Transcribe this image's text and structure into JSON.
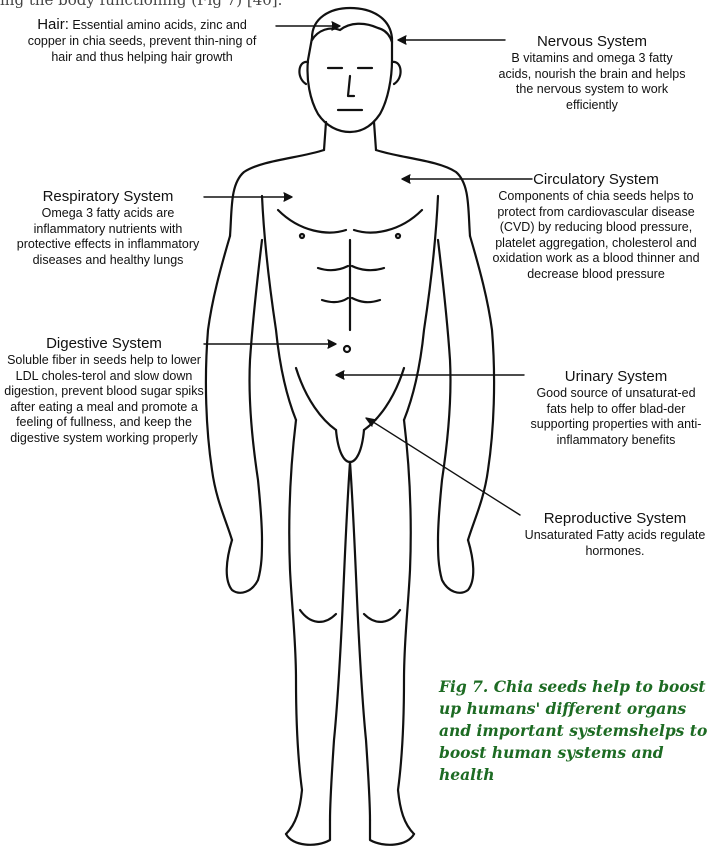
{
  "header_fragment": "ing the body functioning (Fig 7) [40].",
  "labels": {
    "hair": {
      "title": "Hair:",
      "text": "Essential amino acids, zinc and copper in chia seeds, prevent thin-ning of hair and thus helping  hair growth"
    },
    "nervous": {
      "title": "Nervous System",
      "text": "B vitamins and omega 3 fatty acids, nourish the brain and helps the nervous system to work efficiently"
    },
    "respiratory": {
      "title": "Respiratory System",
      "text": "Omega 3 fatty acids are inflammatory nutrients with protective effects in inflammatory diseases and healthy lungs"
    },
    "circulatory": {
      "title": "Circulatory System",
      "text": "Components of chia seeds helps to protect from cardiovascular disease (CVD) by reducing blood pressure, platelet aggregation, cholesterol and oxidation work as a blood thinner and decrease blood pressure"
    },
    "digestive": {
      "title": "Digestive System",
      "text": "Soluble fiber in  seeds help to lower LDL choles-terol and slow down digestion, prevent blood sugar spiks after eating a meal and promote a feeling of fullness, and keep the digestive system working properly"
    },
    "urinary": {
      "title": "Urinary System",
      "text": "Good source of unsaturat-ed fats help to offer blad-der supporting properties with anti-inflammatory benefits"
    },
    "reproductive": {
      "title": "Reproductive System",
      "text": "Unsaturated Fatty acids regulate hormones."
    }
  },
  "caption": "Fig 7. Chia seeds help to boost up humans' different organs and important systemshelps to boost human systems and health",
  "colors": {
    "caption": "#1d6b23",
    "line": "#111111"
  }
}
